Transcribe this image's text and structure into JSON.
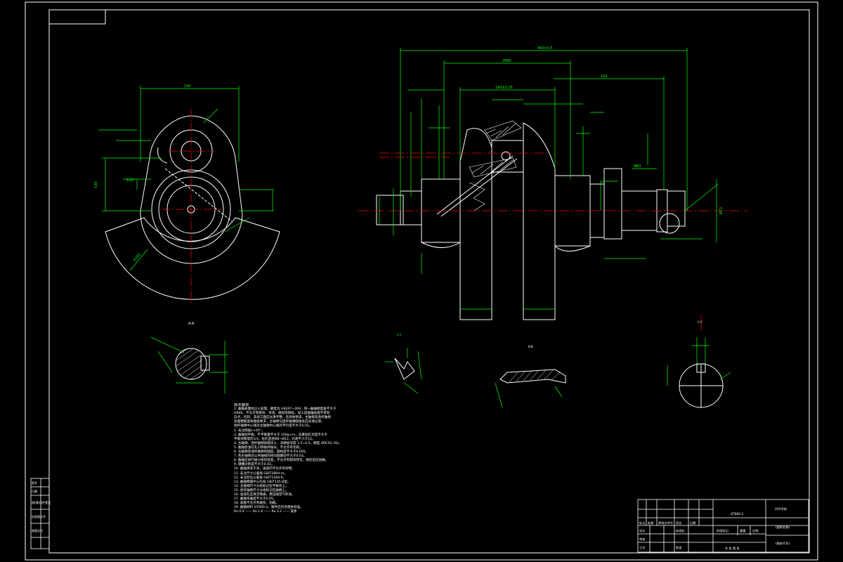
{
  "border": {
    "outer_frame": "white",
    "drawing_frame": "white"
  },
  "colors": {
    "background": "#000000",
    "outline": "#ffffff",
    "dimension": "#00ff00",
    "centerline": "#ff0000",
    "hatch": "#ffffff"
  },
  "views": {
    "side_view_label": "A-A",
    "section_bb_label": "B-B",
    "detail_label": "I",
    "section_c_label": "C-C",
    "detail_note": "4:1"
  },
  "dimensions": {
    "overall_length": "460±0.5",
    "main_length": "2880",
    "crank_span": "140±0.25",
    "pitch": "100",
    "journal_diameter": "Ø72",
    "pin_diameter": "Ø60",
    "radius_note": "R160",
    "side_height": "130",
    "side_width": "140",
    "angle": "120°"
  },
  "tech_notes": {
    "title": "技术要求",
    "lines": [
      "1. 曲轴表面经正火处理，硬度为 HB207~269，同一曲轴硬度差不大于",
      "   HB40，不允许有裂纹、夹渣、疏松等缺陷，加工后曲轴表面不得有",
      "   白点、毛刺，非加工面应光滑平整，且涂防锈漆，主轴颈及连杆轴颈",
      "   表面粗糙度按图纸要求，主轴颈与连杆轴颈圆角处应光滑过渡。",
      "   连杆轴颈中心线对主轴颈中心线的平行度不大于0.02。",
      "2. 未注倒角1×45°。",
      "3. 曲轴动平衡，不平衡量不大于 100g·cm，去重钻孔深度不大于",
      "   平衡块厚度的1/3，钻孔直径Ø8~Ø12，孔距不小于12。",
      "4. 主轴颈、连杆轴颈表面淬火，淬硬层深度 2.5~4.5，硬度 HRC52~62。",
      "5. 曲轴各油孔孔口倒角并抛光，不允许有毛刺。",
      "6. 主轴颈及连杆轴颈的圆度、圆柱度不大于0.005。",
      "7. 各主轴颈对公共轴线的径向圆跳动不大于0.03。",
      "8. 曲轴应进行磁力探伤检查，不允许有裂纹存在，探伤后应退磁。",
      "9. 键槽对称度不大于0.02。",
      "10. 曲轴清洗干净，油道内不允许有杂物。",
      "11. 未注尺寸公差按 GB/T1804-m。",
      "12. 未注形位公差按 GB/T1184-K。",
      "13. 曲轴两端中心孔按 GB/T145 B型。",
      "14. 主轴颈尺寸分组标记在平衡块上。",
      "15. 连杆轴颈尺寸分组标记在曲柄上。",
      "16. 油道孔应清洁畅通，用压缩空气吹净。",
      "17. 曲轴弯曲度不大于0.05。",
      "18. 表面不允许有碰伤、划痕。",
      "19. 曲轴材料 QT800-2，铸件应符合相关标准。",
      "   Ra 0.4 ——   Ra 1.6 ——   Ra 3.2 ——   其余"
    ]
  },
  "title_block": {
    "school": "XXX学校",
    "drawing_name": "(图样名称)",
    "drawing_code": "(图样代号)",
    "material": "QT800-2",
    "stage_label": "阶段标记",
    "weight_label": "重量",
    "scale_label": "比例",
    "sheet_label": "共  张  第  张",
    "rows": [
      "标记",
      "设计",
      "审核",
      "工艺"
    ],
    "header_cells": [
      "标记",
      "处数",
      "更改文件号",
      "签名",
      "日期"
    ],
    "std_label": "标准化",
    "approve_label": "批准"
  },
  "side_block": {
    "rows": [
      "借(通)用件登记",
      "",
      "旧底图总号",
      "",
      "底图总号",
      "签字",
      "日期"
    ]
  }
}
